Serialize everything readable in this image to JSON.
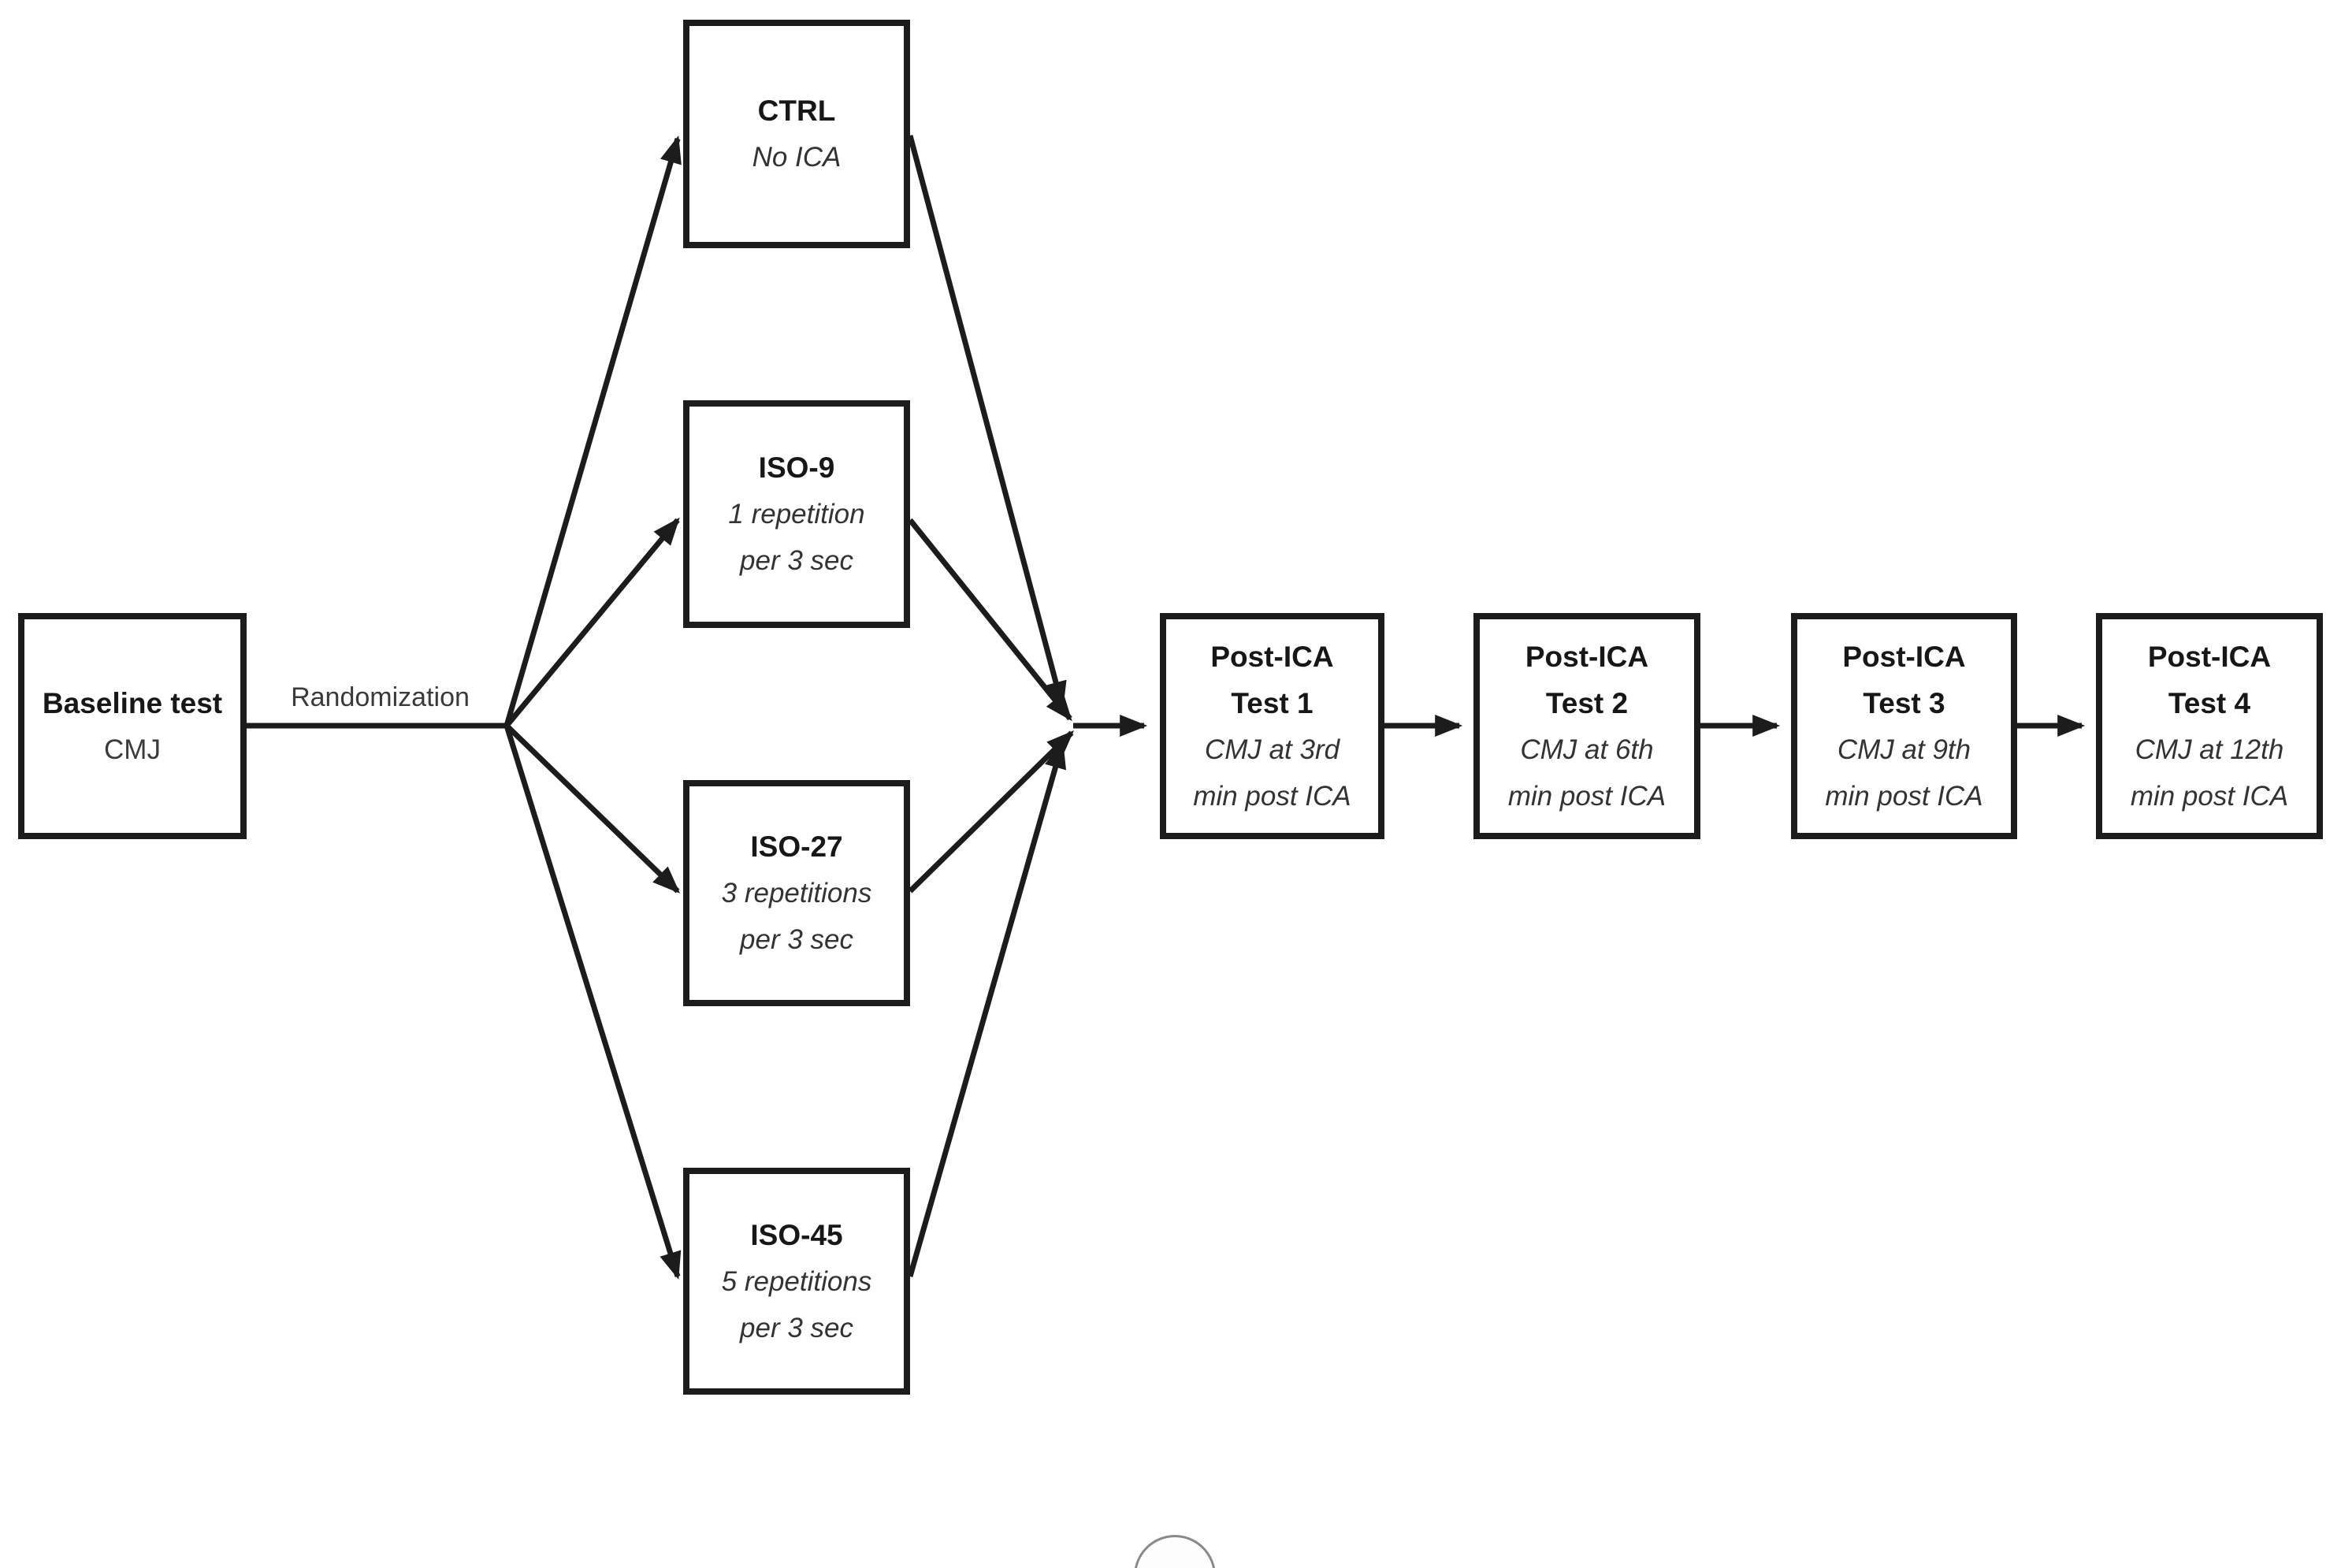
{
  "figure": {
    "background_color": "#ffffff",
    "line_color": "#1c1c1c",
    "secondary_text_color": "#333333"
  },
  "labels": {
    "randomization": "Randomization"
  },
  "nodes": {
    "baseline": {
      "title": "Baseline test",
      "sub": "CMJ"
    },
    "ctrl": {
      "title": "CTRL",
      "sub1": "No ICA"
    },
    "iso9": {
      "title": "ISO-9",
      "sub1": "1 repetition",
      "sub2": "per 3 sec"
    },
    "iso27": {
      "title": "ISO-27",
      "sub1": "3 repetitions",
      "sub2": "per 3 sec"
    },
    "iso45": {
      "title": "ISO-45",
      "sub1": "5 repetitions",
      "sub2": "per 3 sec"
    },
    "test1": {
      "title1": "Post-ICA",
      "title2": "Test 1",
      "sub1": "CMJ at 3rd",
      "sub2": "min post ICA"
    },
    "test2": {
      "title1": "Post-ICA",
      "title2": "Test 2",
      "sub1": "CMJ at 6th",
      "sub2": "min post ICA"
    },
    "test3": {
      "title1": "Post-ICA",
      "title2": "Test 3",
      "sub1": "CMJ at 9th",
      "sub2": "min post ICA"
    },
    "test4": {
      "title1": "Post-ICA",
      "title2": "Test 4",
      "sub1": "CMJ at 12th",
      "sub2": "min post ICA"
    }
  }
}
